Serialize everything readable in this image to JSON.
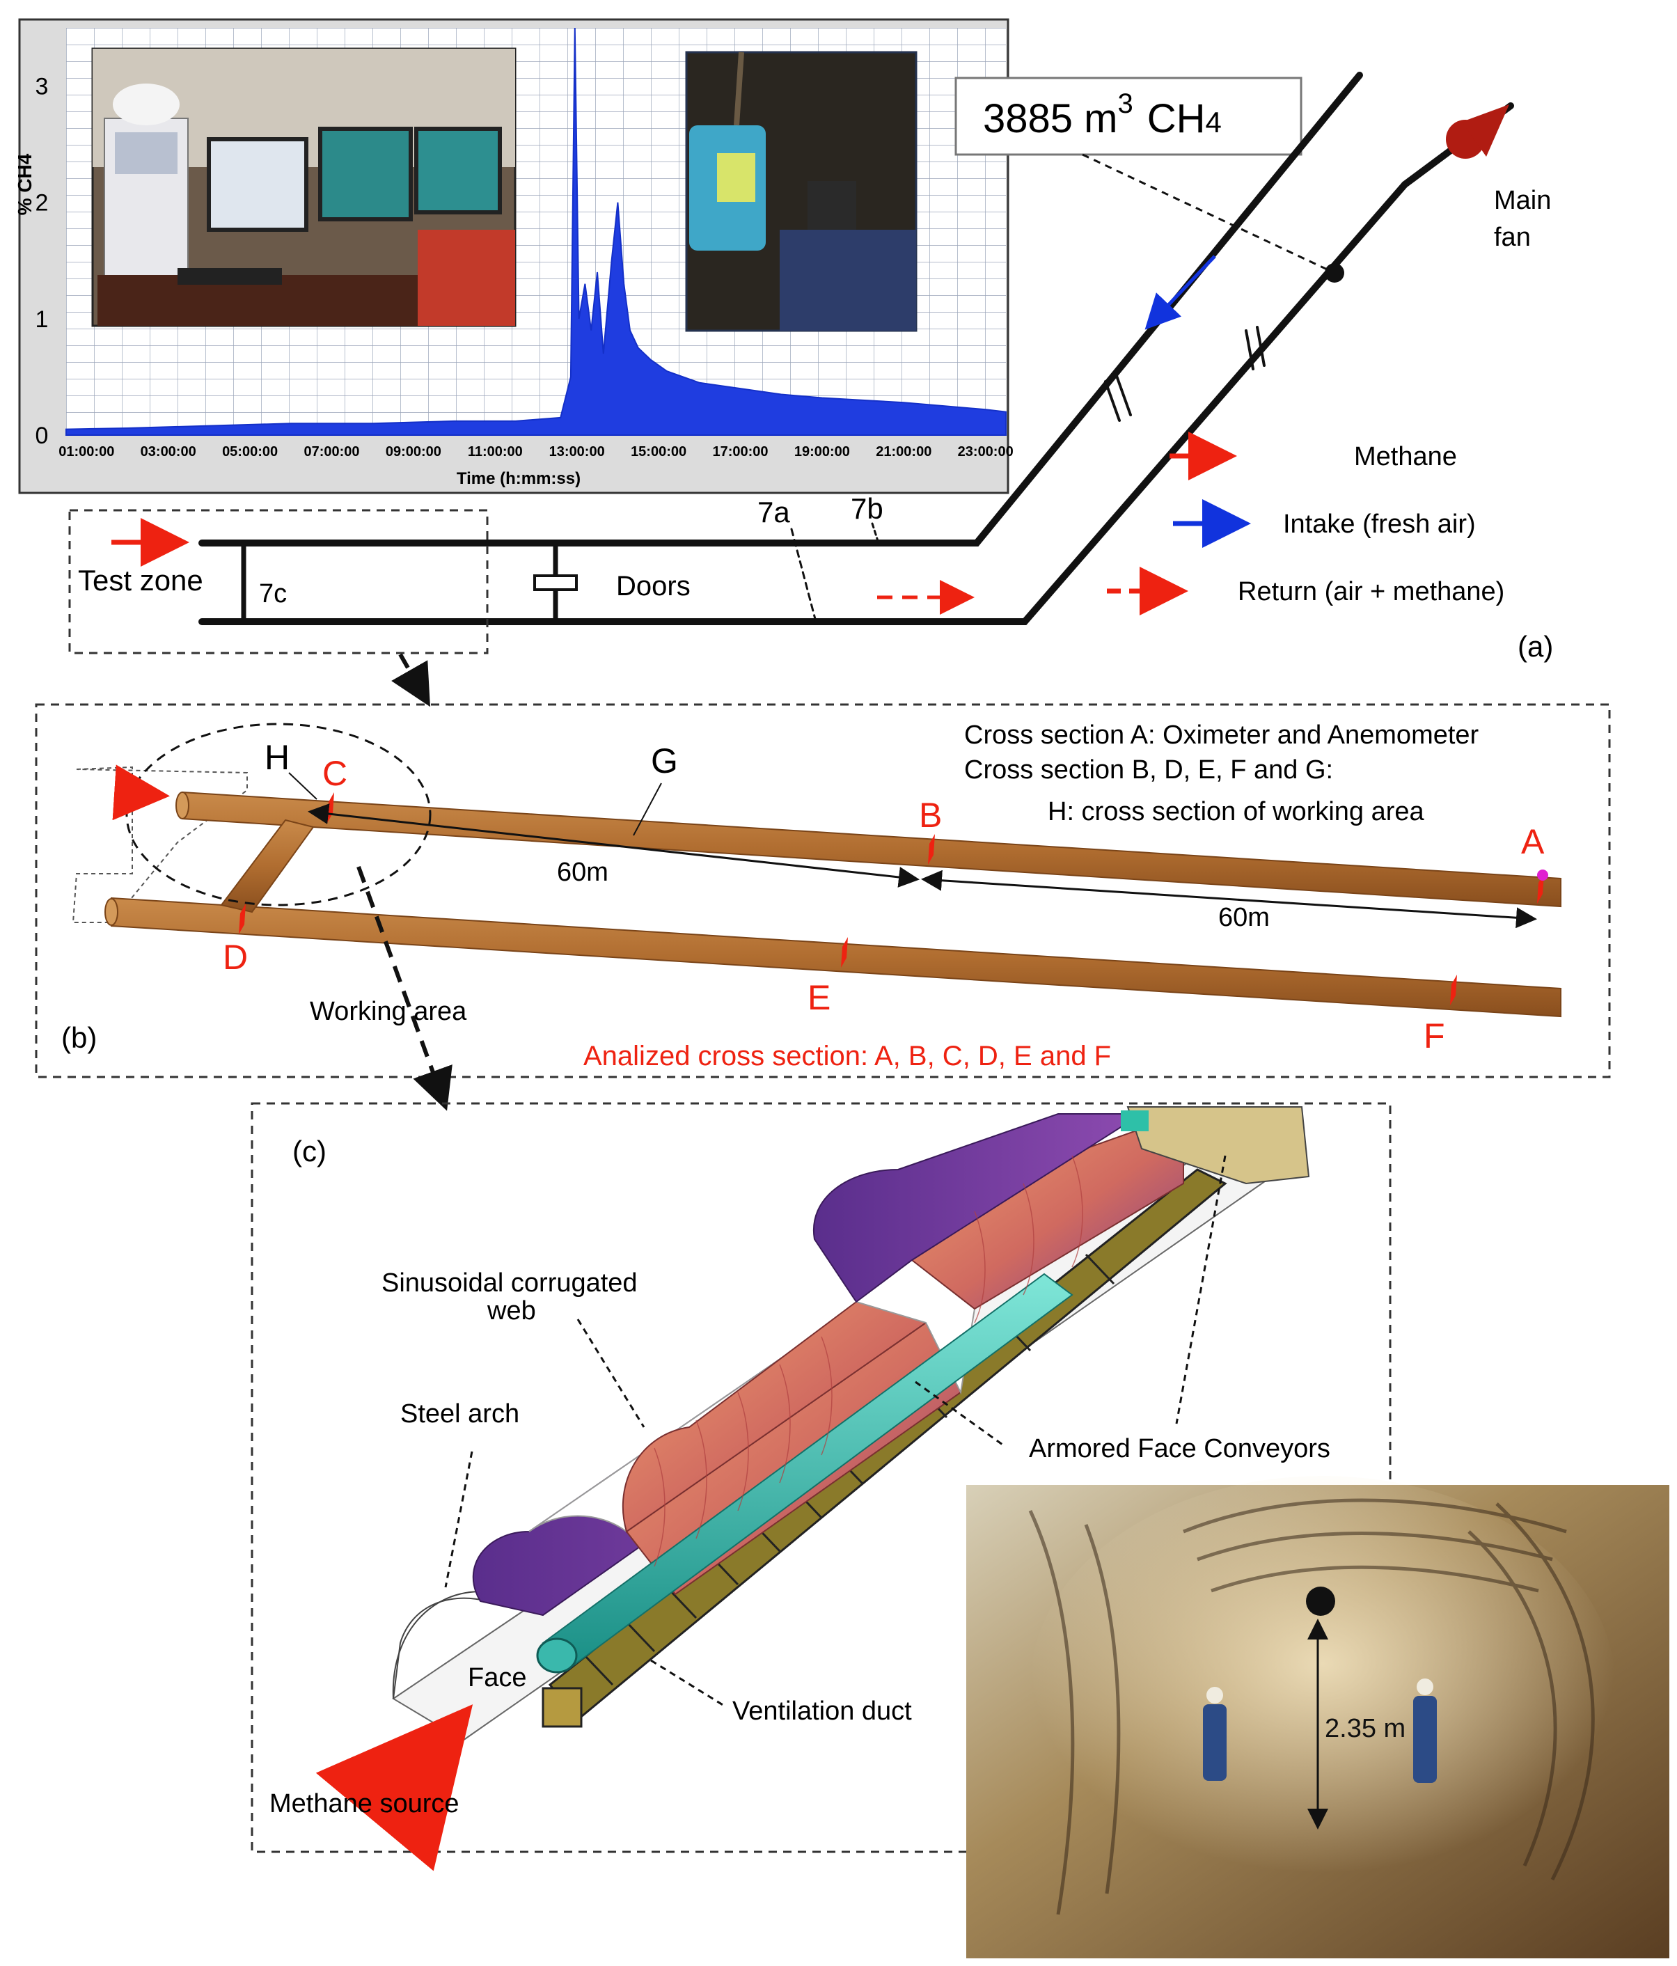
{
  "panel_a": {
    "label": "(a)",
    "chart": {
      "y_axis_label": "% CH4",
      "y_ticks": [
        "0",
        "1",
        "2",
        "3"
      ],
      "x_axis_label": "Time (h:mm:ss)",
      "x_ticks": [
        "01:00:00",
        "03:00:00",
        "05:00:00",
        "07:00:00",
        "09:00:00",
        "11:00:00",
        "13:00:00",
        "15:00:00",
        "17:00:00",
        "19:00:00",
        "21:00:00",
        "23:00:00"
      ]
    },
    "volume_box": {
      "number": "3885 m",
      "exponent": "3",
      "gas": "CH",
      "subscript": "4"
    },
    "main_fan": [
      "Main",
      "fan"
    ],
    "test_zone": "Test zone",
    "doors": "Doors",
    "labels": {
      "l7a": "7a",
      "l7b": "7b",
      "l7c": "7c"
    },
    "legend": [
      {
        "label": "Methane",
        "color": "#ee2211",
        "style": "solid"
      },
      {
        "label": "Intake (fresh air)",
        "color": "#1133dd",
        "style": "solid"
      },
      {
        "label": "Return (air + methane)",
        "color": "#ee2211",
        "style": "dashed"
      }
    ]
  },
  "panel_b": {
    "label": "(b)",
    "notes": [
      "Cross section A: Oximeter and Anemometer",
      "Cross section B, D, E, F and G:",
      "H: cross section of working area"
    ],
    "points": {
      "A": "A",
      "B": "B",
      "C": "C",
      "D": "D",
      "E": "E",
      "F": "F",
      "G": "G",
      "H": "H"
    },
    "dist1": "60m",
    "dist2": "60m",
    "working_area": "Working area",
    "analyzed": "Analized cross section: A, B, C, D, E and F"
  },
  "panel_c": {
    "label": "(c)",
    "sinusoidal": [
      "Sinusoidal corrugated",
      "web"
    ],
    "steel_arch": "Steel arch",
    "conveyors": "Armored Face Conveyors",
    "face": "Face",
    "duct": "Ventilation duct",
    "source": "Methane source",
    "height": "2.35 m"
  },
  "chart_data": {
    "type": "area",
    "title": "",
    "xlabel": "Time (h:mm:ss)",
    "ylabel": "% CH4",
    "xlim": [
      0.5,
      23.5
    ],
    "ylim": [
      0,
      3.5
    ],
    "x": [
      0.5,
      2,
      4,
      6,
      8,
      10,
      11.5,
      12.6,
      12.85,
      12.95,
      13.05,
      13.2,
      13.35,
      13.5,
      13.65,
      13.85,
      14.0,
      14.15,
      14.3,
      14.5,
      14.8,
      15.2,
      16,
      17,
      18,
      19,
      20,
      21,
      22,
      23,
      23.5
    ],
    "series": [
      {
        "values": [
          0.05,
          0.06,
          0.08,
          0.1,
          0.1,
          0.12,
          0.12,
          0.15,
          0.5,
          3.5,
          1.0,
          1.3,
          0.9,
          1.4,
          0.7,
          1.5,
          2.0,
          1.3,
          0.9,
          0.75,
          0.65,
          0.55,
          0.45,
          0.4,
          0.35,
          0.32,
          0.3,
          0.28,
          0.25,
          0.22,
          0.2
        ]
      }
    ]
  }
}
